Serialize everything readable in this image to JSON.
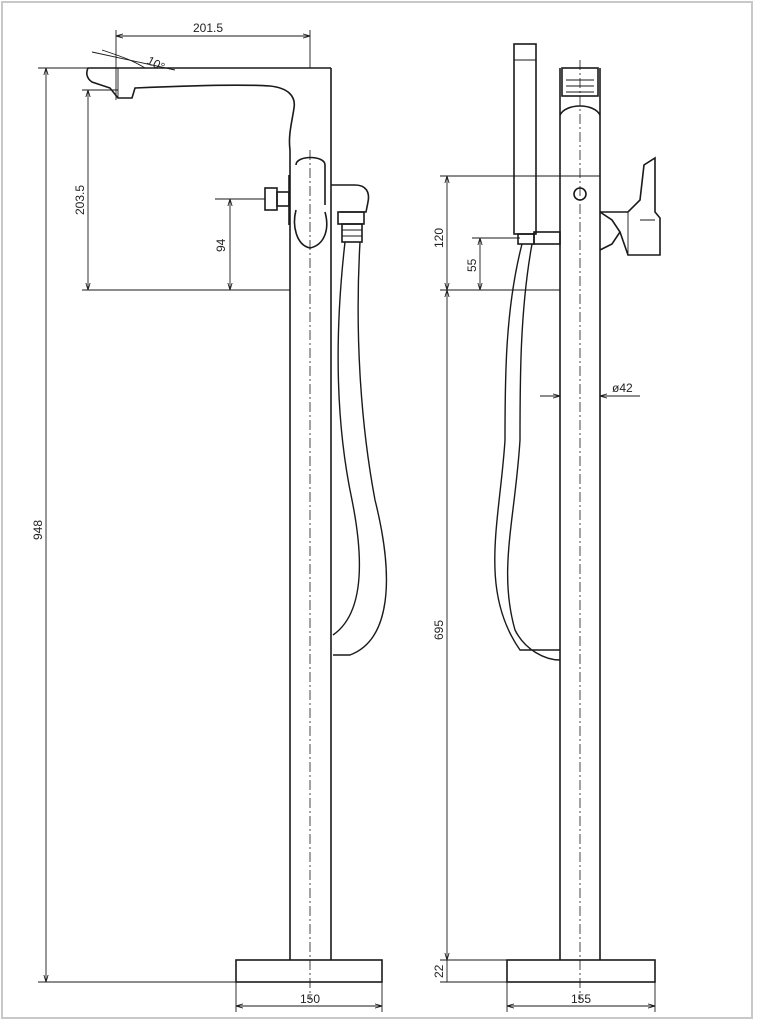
{
  "dimensions": {
    "spout_reach": "201.5",
    "spout_angle": "10°",
    "spout_height": "203.5",
    "outlet_height": "94",
    "total_height": "948",
    "base_width_front": "150",
    "lever_height": "120",
    "side_outlet_height": "55",
    "pipe_diameter": "ø42",
    "column_height": "695",
    "base_height": "22",
    "base_width_side": "155"
  },
  "colors": {
    "line": "#1a1a1a",
    "background": "#ffffff"
  }
}
